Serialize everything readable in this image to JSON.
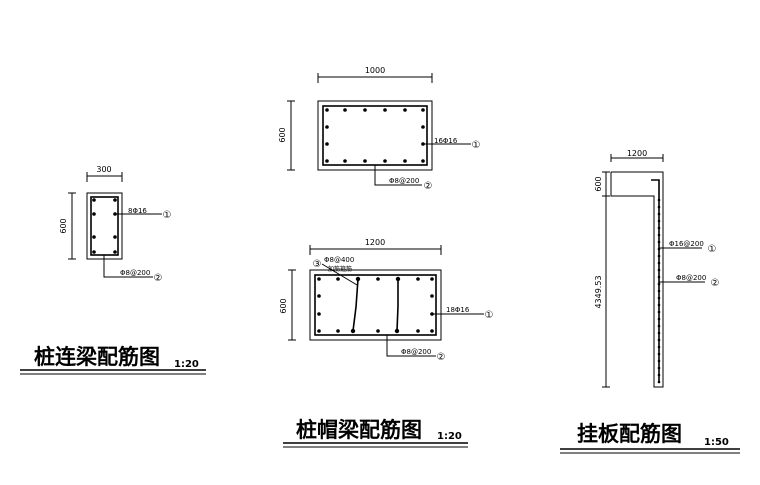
{
  "drawings": {
    "pile_beam": {
      "title": "桩连梁配筋图",
      "scale": "1:20",
      "width_dim": "300",
      "height_dim": "600",
      "main_bar": "8Φ16",
      "stirrup": "Φ8@200",
      "mark1": "①",
      "mark2": "②"
    },
    "cap_beam_top": {
      "width_dim": "1000",
      "height_dim": "600",
      "main_bar": "16Φ16",
      "stirrup": "Φ8@200",
      "mark1": "①",
      "mark2": "②"
    },
    "cap_beam_bottom": {
      "title": "桩帽梁配筋图",
      "scale": "1:20",
      "width_dim": "1200",
      "height_dim": "600",
      "main_bar": "18Φ16",
      "stirrup": "Φ8@200",
      "tie": "Φ8@400",
      "tie_note": "加筋箍筋",
      "mark1": "①",
      "mark2": "②",
      "mark3": "③"
    },
    "hanging_plate": {
      "title": "挂板配筋图",
      "scale": "1:50",
      "width_dim": "1200",
      "top_dim": "600",
      "height_dim": "4349.53",
      "main_bar": "Φ16@200",
      "stirrup": "Φ8@200",
      "mark1": "①",
      "mark2": "②"
    }
  }
}
